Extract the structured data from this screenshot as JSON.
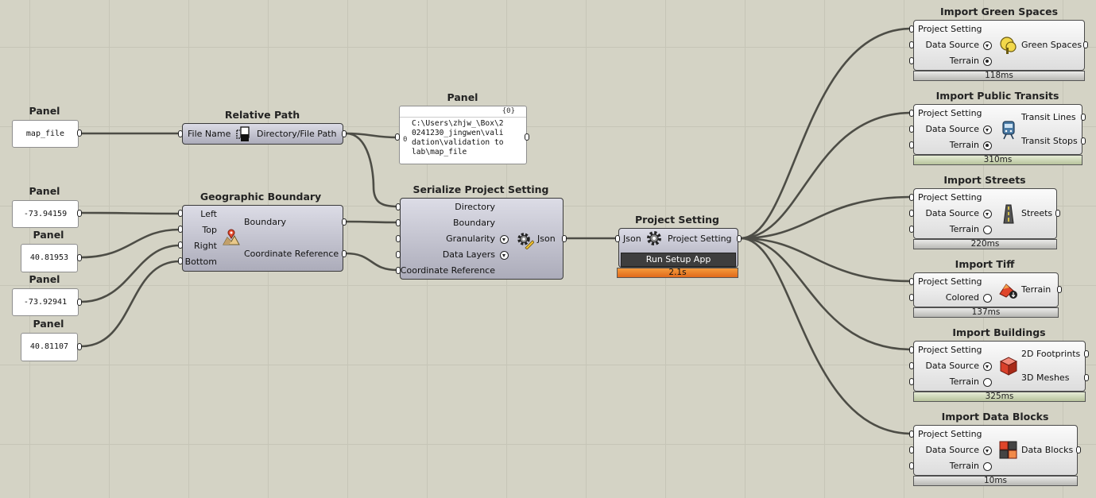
{
  "panels": [
    {
      "title": "Panel",
      "value": "map_file"
    },
    {
      "title": "Panel",
      "value": "-73.94159"
    },
    {
      "title": "Panel",
      "value": "40.81953"
    },
    {
      "title": "Panel",
      "value": "-73.92941"
    },
    {
      "title": "Panel",
      "value": "40.81107"
    }
  ],
  "relative_path": {
    "title": "Relative Path",
    "input": "File Name",
    "output": "Directory/File Path"
  },
  "path_panel": {
    "title": "Panel",
    "count": "{0}",
    "index": "0",
    "lines": [
      "C:\\Users\\zhjw_\\Box\\2",
      "0241230_jingwen\\vali",
      "dation\\validation to",
      "lab\\map_file"
    ]
  },
  "geo_boundary": {
    "title": "Geographic Boundary",
    "inputs": [
      "Left",
      "Top",
      "Right",
      "Bottom"
    ],
    "outputs": [
      "Boundary",
      "Coordinate Reference"
    ]
  },
  "serialize": {
    "title": "Serialize Project Setting",
    "inputs": [
      "Directory",
      "Boundary",
      "Granularity",
      "Data Layers",
      "Coordinate Reference"
    ],
    "output": "Json"
  },
  "project_setting": {
    "title": "Project Setting",
    "input": "Json",
    "output": "Project Setting",
    "button": "Run Setup App",
    "time": "2.1s"
  },
  "imports": [
    {
      "title": "Import Green Spaces",
      "inputs": [
        "Project Setting",
        "Data Source",
        "Terrain"
      ],
      "outputs": [
        "Green Spaces"
      ],
      "time": "118ms"
    },
    {
      "title": "Import Public Transits",
      "inputs": [
        "Project Setting",
        "Data Source",
        "Terrain"
      ],
      "outputs": [
        "Transit Lines",
        "Transit Stops"
      ],
      "time": "310ms"
    },
    {
      "title": "Import Streets",
      "inputs": [
        "Project Setting",
        "Data Source",
        "Terrain"
      ],
      "outputs": [
        "Streets"
      ],
      "time": "220ms"
    },
    {
      "title": "Import Tiff",
      "inputs": [
        "Project Setting",
        "Colored"
      ],
      "outputs": [
        "Terrain"
      ],
      "time": "137ms"
    },
    {
      "title": "Import Buildings",
      "inputs": [
        "Project Setting",
        "Data Source",
        "Terrain"
      ],
      "outputs": [
        "2D Footprints",
        "3D Meshes"
      ],
      "time": "325ms"
    },
    {
      "title": "Import Data Blocks",
      "inputs": [
        "Project Setting",
        "Data Source",
        "Terrain"
      ],
      "outputs": [
        "Data Blocks"
      ],
      "time": "10ms"
    }
  ],
  "colors": {
    "canvas": "#d4d3c5",
    "wire": "#4d4d46",
    "timer_orange": "#e8792a",
    "timer_green": "#cdd6b4"
  }
}
